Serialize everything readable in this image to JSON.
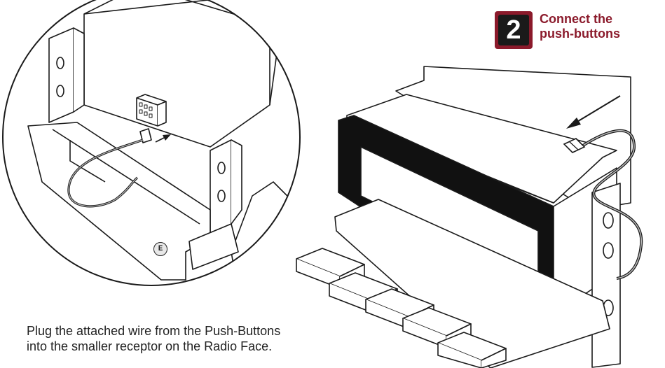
{
  "step": {
    "number": "2",
    "title_line1": "Connect the",
    "title_line2": "push-buttons"
  },
  "caption": {
    "line1": "Plug the attached wire from the Push-Buttons",
    "line2": "into the smaller receptor on the Radio Face."
  },
  "callout_label": "E",
  "colors": {
    "accent": "#8b1a2b",
    "badge_dark": "#1a1a1a",
    "line": "#1a1a1a",
    "face_panel": "#111111"
  }
}
